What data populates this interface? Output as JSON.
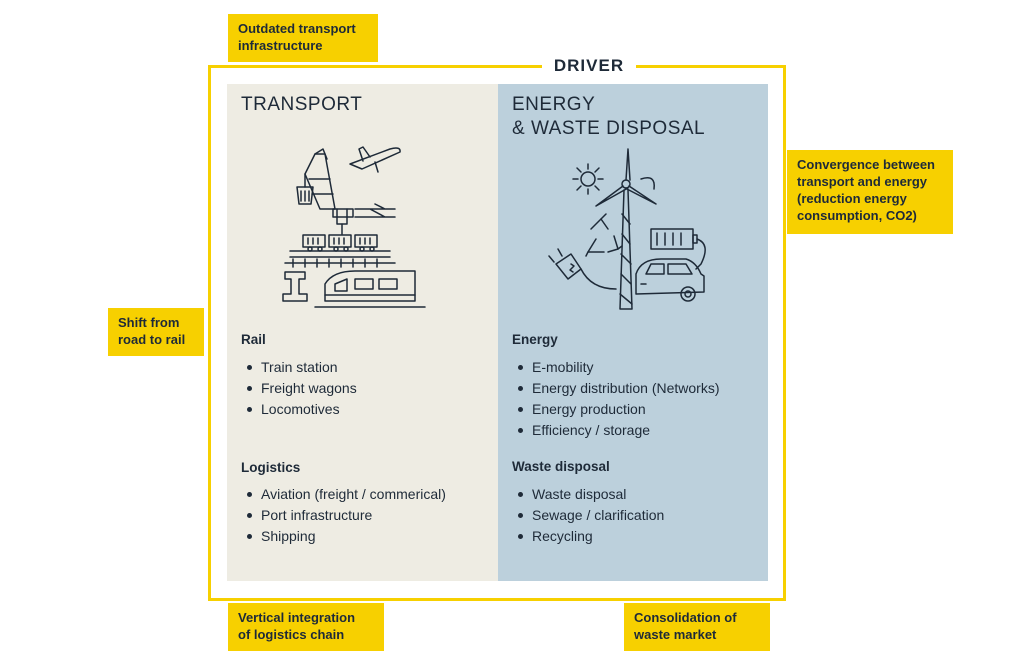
{
  "driver_label": "DRIVER",
  "callouts": {
    "top_left": "Outdated transport\ninfrastructure",
    "left": "Shift from\nroad to rail",
    "right": "Convergence between\ntransport and energy\n(reduction energy\nconsumption, CO2)",
    "bottom_left": "Vertical integration\nof logistics chain",
    "bottom_right": "Consolidation of\nwaste market"
  },
  "transport": {
    "title": "TRANSPORT",
    "icon": "crane-plane-train-icon",
    "sections": [
      {
        "heading": "Rail",
        "items": [
          "Train station",
          "Freight wagons",
          "Locomotives"
        ]
      },
      {
        "heading": "Logistics",
        "items": [
          "Aviation (freight / commerical)",
          "Port infrastructure",
          "Shipping"
        ]
      }
    ]
  },
  "energy": {
    "title": "ENERGY\n& WASTE DISPOSAL",
    "icon": "wind-turbine-recycle-ev-icon",
    "sections": [
      {
        "heading": "Energy",
        "items": [
          "E-mobility",
          "Energy distribution (Networks)",
          "Energy production",
          "Efficiency / storage"
        ]
      },
      {
        "heading": "Waste disposal",
        "items": [
          "Waste disposal",
          "Sewage / clarification",
          "Recycling"
        ]
      }
    ]
  },
  "colors": {
    "accent_yellow": "#f7d000",
    "transport_bg": "#eeece3",
    "energy_bg": "#bcd0dc",
    "ink": "#1e2a38"
  }
}
